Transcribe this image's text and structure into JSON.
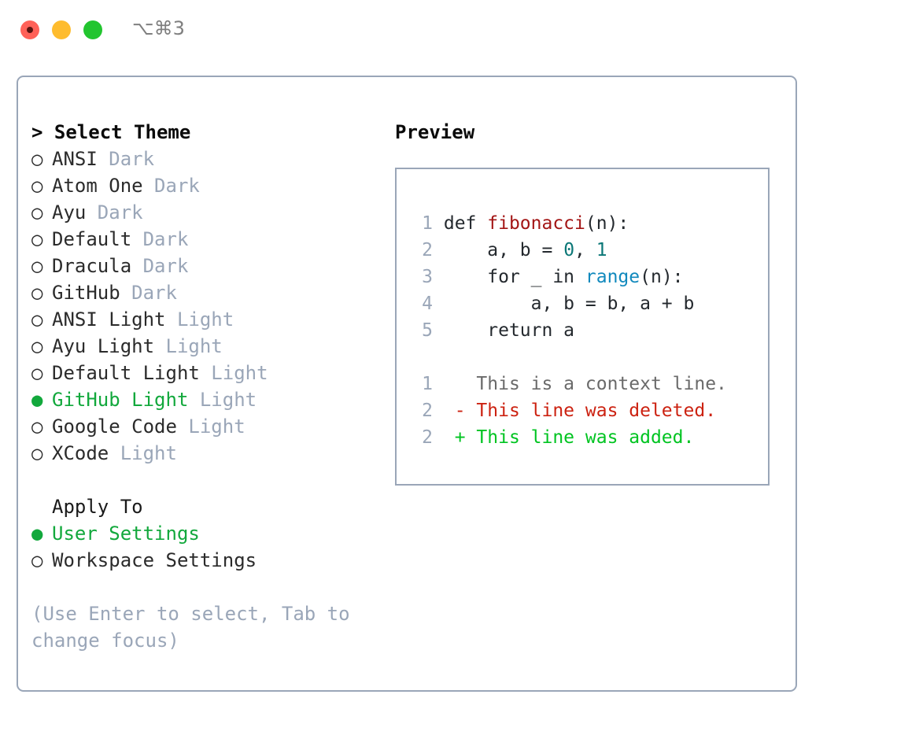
{
  "titlebar": {
    "shortcut": "⌥⌘3",
    "traffic_lights": [
      "close-red",
      "minimize-yellow",
      "zoom-green"
    ]
  },
  "theme_picker": {
    "header": "> Select Theme",
    "bullet_selected": "●",
    "bullet_unselected": "○",
    "items": [
      {
        "name": "ANSI",
        "variant": "Dark",
        "selected": false
      },
      {
        "name": "Atom One",
        "variant": "Dark",
        "selected": false
      },
      {
        "name": "Ayu",
        "variant": "Dark",
        "selected": false
      },
      {
        "name": "Default",
        "variant": "Dark",
        "selected": false
      },
      {
        "name": "Dracula",
        "variant": "Dark",
        "selected": false
      },
      {
        "name": "GitHub",
        "variant": "Dark",
        "selected": false
      },
      {
        "name": "ANSI Light",
        "variant": "Light",
        "selected": false
      },
      {
        "name": "Ayu Light",
        "variant": "Light",
        "selected": false
      },
      {
        "name": "Default Light",
        "variant": "Light",
        "selected": false
      },
      {
        "name": "GitHub Light",
        "variant": "Light",
        "selected": true
      },
      {
        "name": "Google Code",
        "variant": "Light",
        "selected": false
      },
      {
        "name": "XCode",
        "variant": "Light",
        "selected": false
      }
    ]
  },
  "apply_to": {
    "header": "Apply To",
    "items": [
      {
        "name": "User Settings",
        "selected": true
      },
      {
        "name": "Workspace Settings",
        "selected": false
      }
    ]
  },
  "hint": "(Use Enter to select, Tab to change focus)",
  "preview": {
    "title": "Preview",
    "code_lines": [
      {
        "no": "1",
        "tokens": [
          {
            "t": "def ",
            "c": "plain"
          },
          {
            "t": "fibonacci",
            "c": "fn"
          },
          {
            "t": "(n):",
            "c": "plain"
          }
        ]
      },
      {
        "no": "2",
        "tokens": [
          {
            "t": "    a, b = ",
            "c": "plain"
          },
          {
            "t": "0",
            "c": "num"
          },
          {
            "t": ", ",
            "c": "plain"
          },
          {
            "t": "1",
            "c": "num"
          }
        ]
      },
      {
        "no": "3",
        "tokens": [
          {
            "t": "    for _ in ",
            "c": "plain"
          },
          {
            "t": "range",
            "c": "call"
          },
          {
            "t": "(n):",
            "c": "plain"
          }
        ]
      },
      {
        "no": "4",
        "tokens": [
          {
            "t": "        a, b = b, a + b",
            "c": "plain"
          }
        ]
      },
      {
        "no": "5",
        "tokens": [
          {
            "t": "    return a",
            "c": "plain"
          }
        ]
      }
    ],
    "diff_lines": [
      {
        "no": "1",
        "marker": " ",
        "text": " This is a context line.",
        "kind": "context"
      },
      {
        "no": "2",
        "marker": "-",
        "text": " This line was deleted.",
        "kind": "deleted"
      },
      {
        "no": "2",
        "marker": "+",
        "text": " This line was added.",
        "kind": "added"
      }
    ]
  },
  "colors": {
    "accent_green": "#12a83c",
    "border": "#9aa6b8",
    "muted": "#9aa6b8",
    "diff_deleted": "#cc2211",
    "diff_added": "#00c421",
    "syntax_function": "#a31515",
    "syntax_number": "#0b7777",
    "syntax_call": "#1189bd"
  }
}
